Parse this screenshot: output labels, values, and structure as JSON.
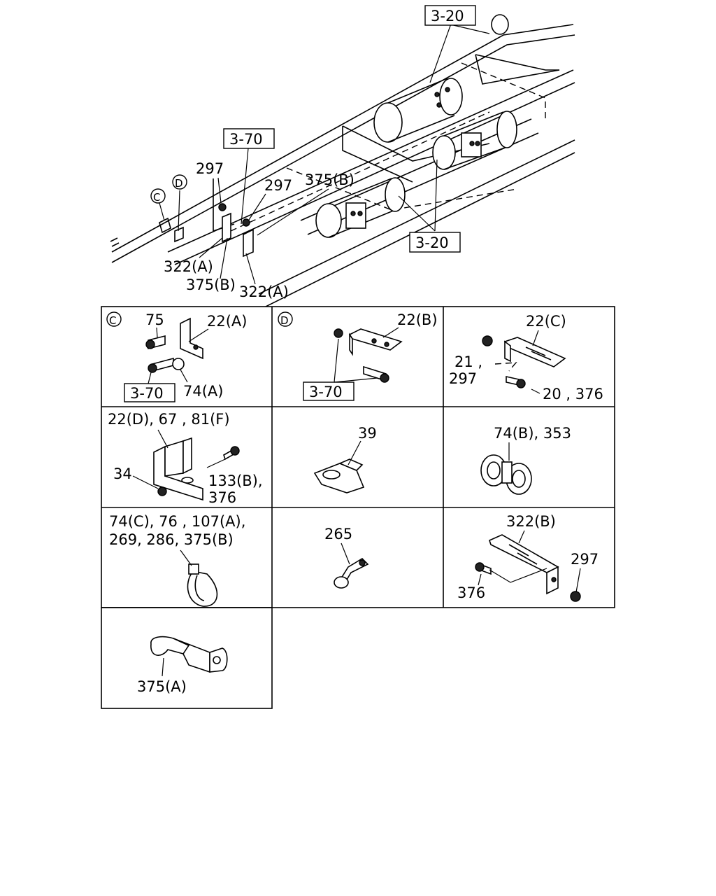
{
  "overview": {
    "refs": [
      "3-20",
      "3-70",
      "3-20"
    ],
    "labels": [
      "297",
      "297",
      "375(B)",
      "322(A)",
      "375(B)",
      "322(A)"
    ],
    "view_markers": [
      "C",
      "D"
    ]
  },
  "cells": {
    "c": {
      "marker": "C",
      "labels": [
        "75",
        "22(A)",
        "74(A)"
      ],
      "ref": "3-70"
    },
    "d": {
      "marker": "D",
      "labels": [
        "22(B)"
      ],
      "ref": "3-70"
    },
    "e": {
      "labels": [
        "22(C)",
        "21 ,",
        "297",
        "20 , 376"
      ]
    },
    "f": {
      "labels": [
        "22(D), 67 , 81(F)",
        "34",
        "133(B),",
        "376"
      ]
    },
    "g": {
      "labels": [
        "39"
      ]
    },
    "h": {
      "labels": [
        "74(B), 353"
      ]
    },
    "i": {
      "labels": [
        "74(C), 76 , 107(A),",
        "269, 286, 375(B)"
      ]
    },
    "j": {
      "labels": [
        "265"
      ]
    },
    "k": {
      "labels": [
        "322(B)",
        "297",
        "376"
      ]
    },
    "l": {
      "labels": [
        "375(A)"
      ]
    }
  }
}
